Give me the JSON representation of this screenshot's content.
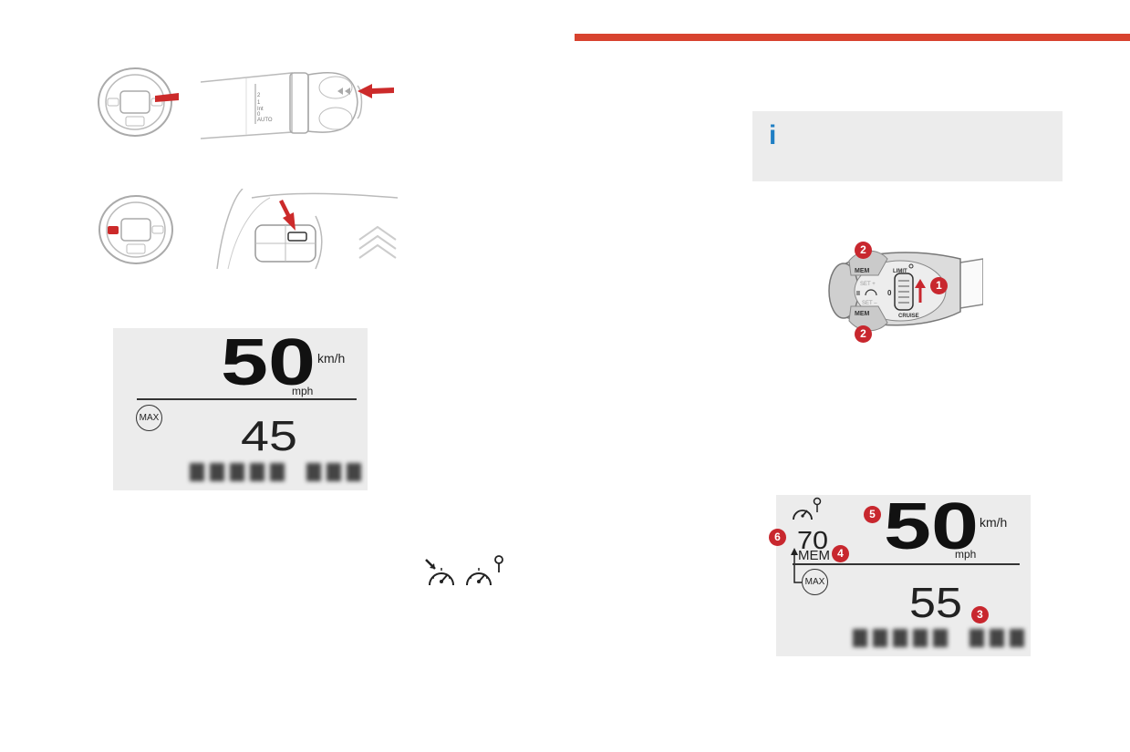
{
  "info": {
    "icon_glyph": "i",
    "accent": "#1f7fc4"
  },
  "colors": {
    "section_bar": "#d8432f",
    "badge": "#c8272e"
  },
  "stalk1": {
    "scale": [
      "2",
      "1",
      "Int",
      "0",
      "AUTO"
    ]
  },
  "display1": {
    "speed": "50",
    "unit_kmh": "km/h",
    "unit_mph": "mph",
    "max_label": "MAX",
    "limit": "45"
  },
  "lever": {
    "mem": "MEM",
    "set_plus": "SET +",
    "set_minus": "SET –",
    "zero": "0",
    "limit": "LIMIT",
    "cruise": "CRUISE",
    "pause": "II"
  },
  "display2": {
    "speed": "50",
    "unit_kmh": "km/h",
    "unit_mph": "mph",
    "mem": "MEM",
    "memorised": "70",
    "max_label": "MAX",
    "limit": "55"
  },
  "badges": {
    "b1": "1",
    "b2": "2",
    "b3": "3",
    "b4": "4",
    "b5": "5",
    "b6": "6"
  },
  "icons": [
    "speed-limiter-pause-icon",
    "speed-limiter-icon"
  ]
}
